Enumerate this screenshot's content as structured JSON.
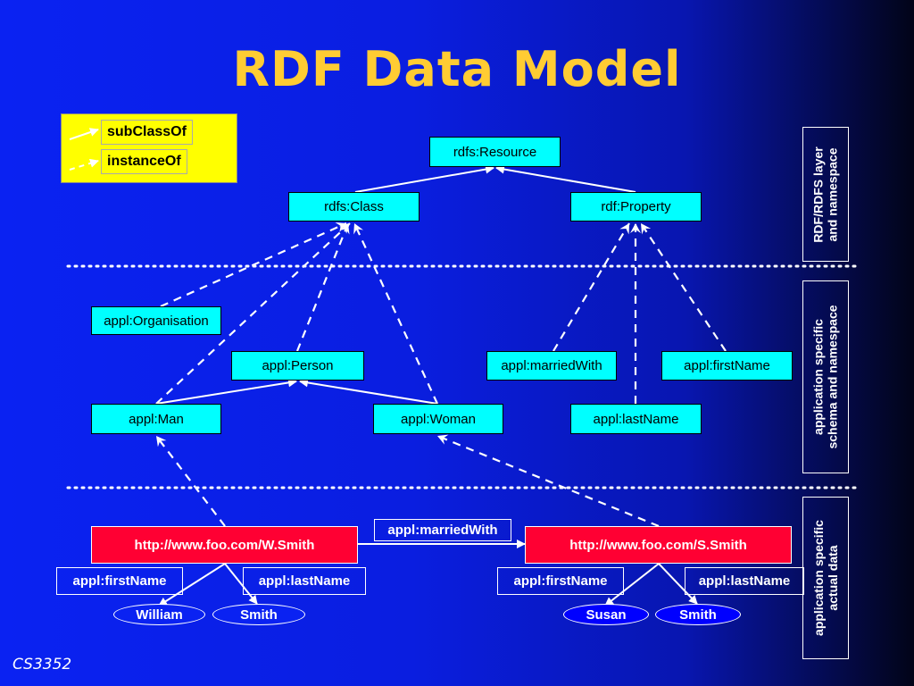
{
  "title": "RDF Data Model",
  "footer": "CS3352",
  "legend": {
    "subclass_label": "subClassOf",
    "instance_label": "instanceOf"
  },
  "layers": {
    "rdfs": "RDF/RDFS layer\nand namespace",
    "schema": "application specific\nschema and namespace",
    "data": "application specific\nactual data"
  },
  "nodes": {
    "resource": "rdfs:Resource",
    "class": "rdfs:Class",
    "property": "rdf:Property",
    "organisation": "appl:Organisation",
    "person": "appl:Person",
    "married_with": "appl:marriedWith",
    "first_name": "appl:firstName",
    "man": "appl:Man",
    "woman": "appl:Woman",
    "last_name": "appl:lastName"
  },
  "instances": {
    "wsmith": {
      "uri": "http://www.foo.com/W.Smith",
      "first_name_prop": "appl:firstName",
      "last_name_prop": "appl:lastName",
      "first_name_value": "William",
      "last_name_value": "Smith"
    },
    "ssmith": {
      "uri": "http://www.foo.com/S.Smith",
      "first_name_prop": "appl:firstName",
      "last_name_prop": "appl:lastName",
      "first_name_value": "Susan",
      "last_name_value": "Smith"
    },
    "married_with_prop": "appl:marriedWith"
  },
  "colors": {
    "title": "#ffcc33",
    "class_box": "#00ffff",
    "instance_box": "#ff0033",
    "value_oval": "#0000ff",
    "legend_bg": "#ffff00",
    "lines": "#ffffff"
  }
}
